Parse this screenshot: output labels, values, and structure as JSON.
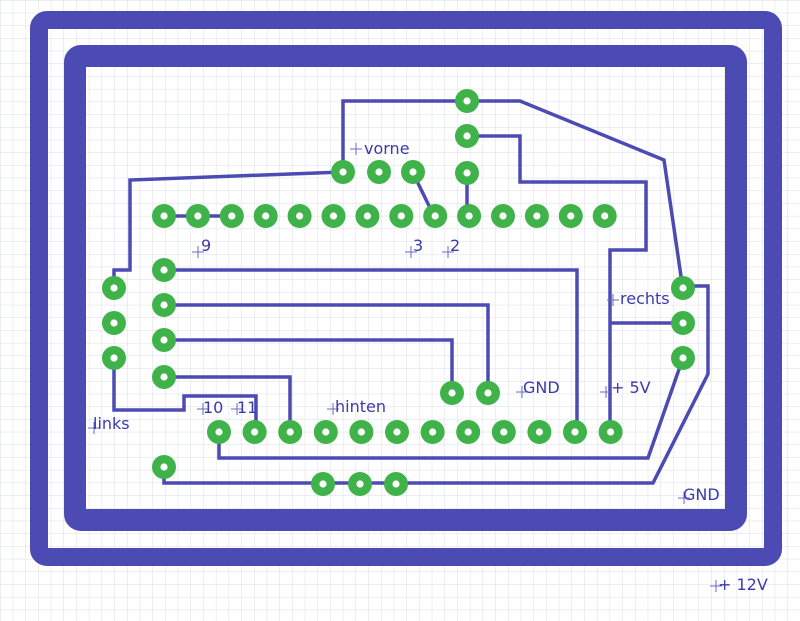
{
  "colors": {
    "background": "#ffffff",
    "grid": "#d9dde6",
    "copper": "#4b4bb3",
    "pad": "#3fb34a",
    "drill": "#ffffff",
    "label": "#3a3ab0"
  },
  "labels": {
    "vorne": "vorne",
    "pin9": "9",
    "pin3": "3",
    "pin2": "2",
    "rechts": "rechts",
    "gnd_center": "GND",
    "plus5v": "+ 5V",
    "links": "links",
    "pin10": "10",
    "pin11": "11",
    "hinten": "hinten",
    "gnd_right": "GND",
    "plus12v": "+ 12V"
  }
}
